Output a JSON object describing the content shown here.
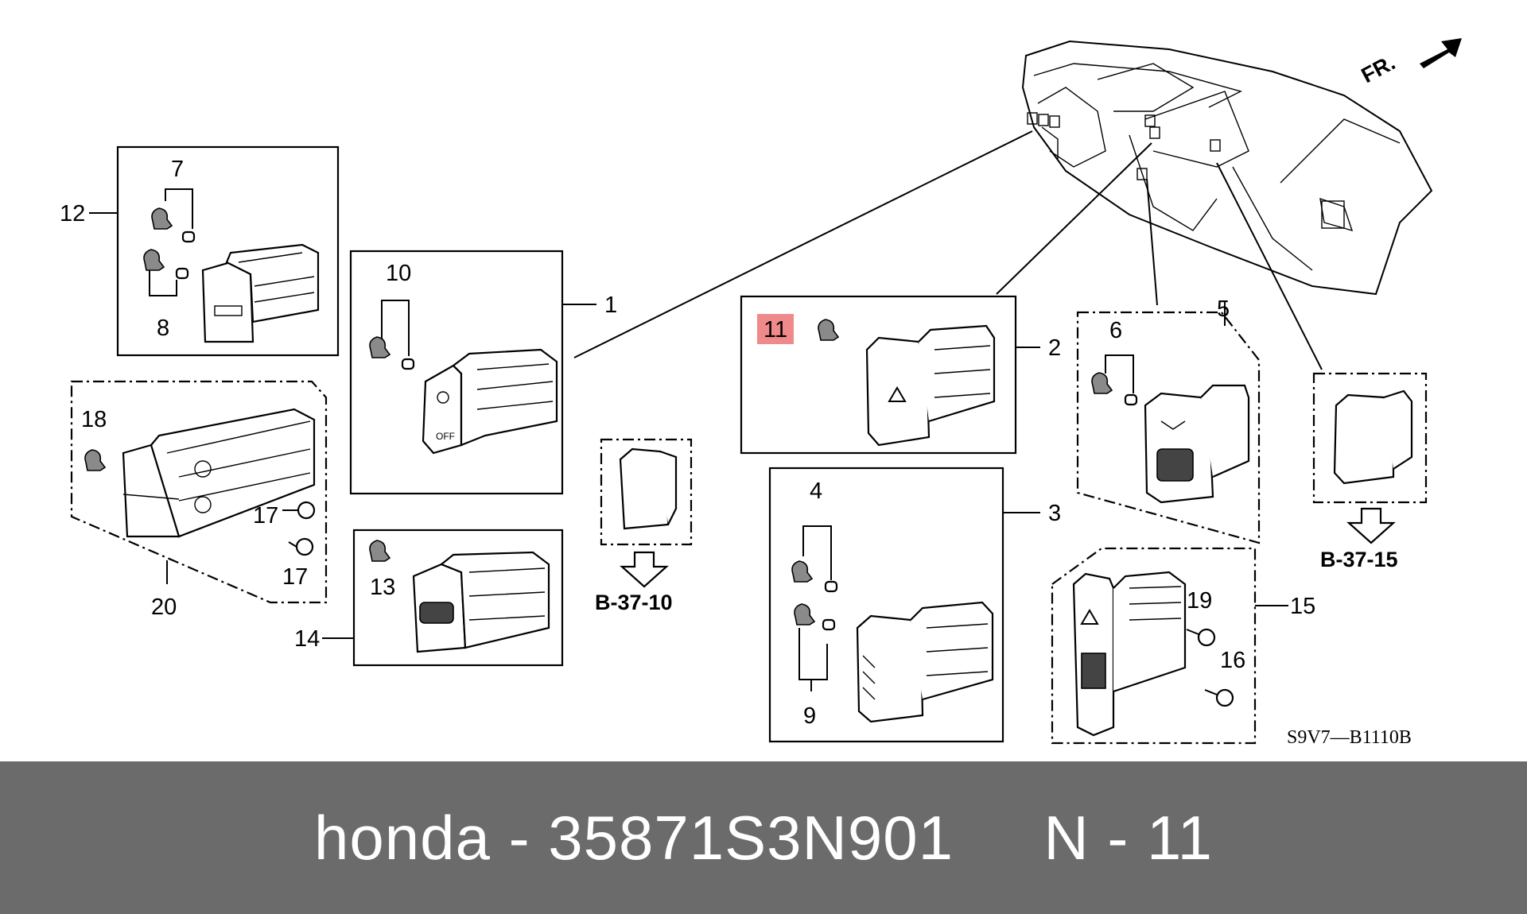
{
  "diagram": {
    "direction_label": "FR.",
    "drawing_code": "S9V7—B1110B",
    "highlight_color": "#f08a8a",
    "callouts": {
      "c1": "1",
      "c2": "2",
      "c3": "3",
      "c4": "4",
      "c5": "5",
      "c6": "6",
      "c7": "7",
      "c8": "8",
      "c9": "9",
      "c10": "10",
      "c11": "11",
      "c12": "12",
      "c13": "13",
      "c14": "14",
      "c15": "15",
      "c16": "16",
      "c17a": "17",
      "c17b": "17",
      "c18": "18",
      "c19": "19",
      "c20": "20"
    },
    "refs": {
      "r1": "B-37-10",
      "r2": "B-37-15"
    }
  },
  "footer": {
    "title": "honda - 35871S3N901     N - 11"
  }
}
